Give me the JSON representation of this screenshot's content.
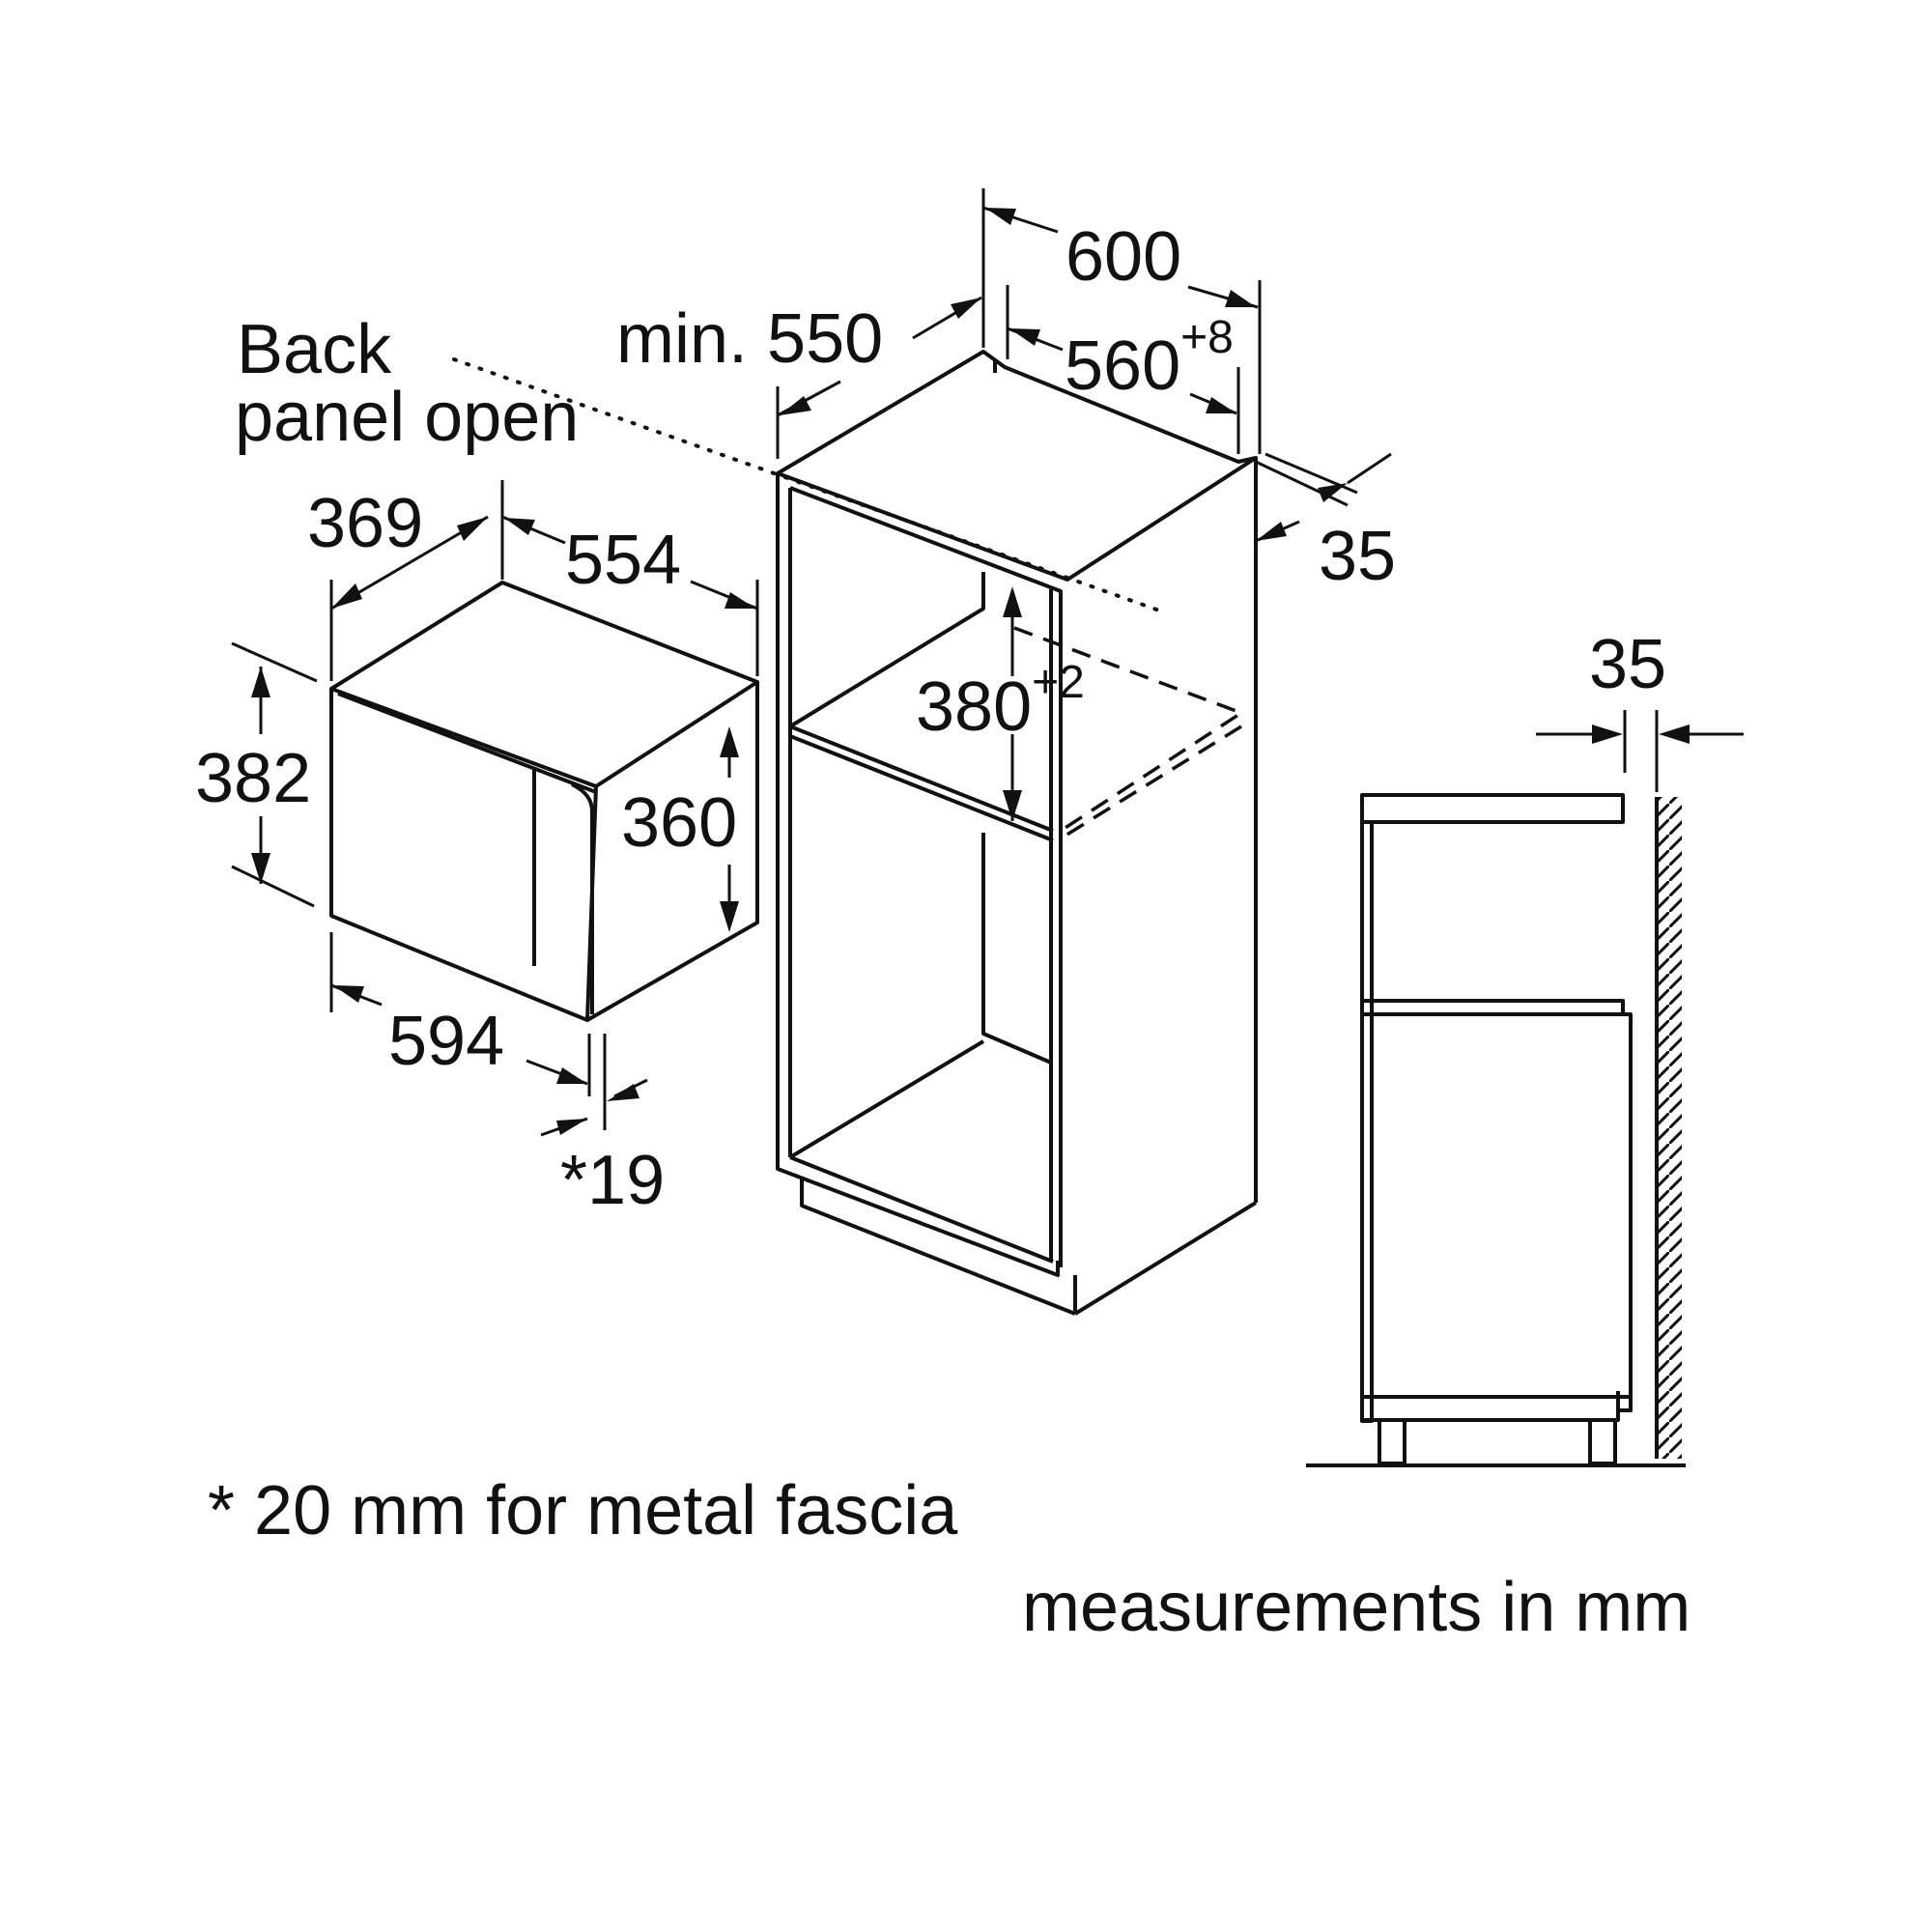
{
  "labels": {
    "back_panel_line1": "Back",
    "back_panel_line2": "panel open",
    "footnote": "* 20 mm for metal fascia",
    "units_note": "measurements in mm"
  },
  "appliance_dims": {
    "depth": "369",
    "width_top": "554",
    "height_outer": "382",
    "height_inner": "360",
    "width_front": "594",
    "fascia": "*19"
  },
  "cabinet_dims": {
    "min_depth": "min. 550",
    "outer_width": "600",
    "niche_width": "560",
    "niche_width_tol": "+8",
    "niche_height": "380",
    "niche_height_tol": "+2",
    "top_thickness": "35"
  },
  "side_view": {
    "gap": "35"
  }
}
